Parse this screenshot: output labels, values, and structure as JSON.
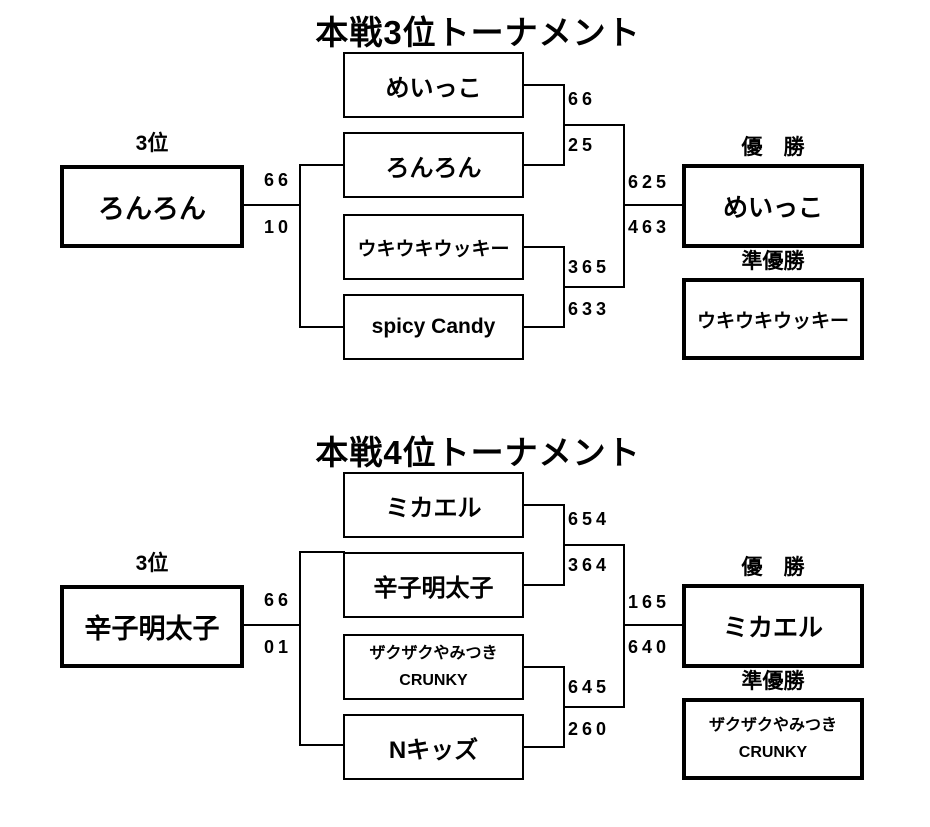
{
  "page": {
    "background": "#ffffff",
    "line_color": "#000000",
    "text_color": "#000000"
  },
  "brackets": [
    {
      "title": "本戦3位トーナメント",
      "seed": {
        "label": "3位",
        "name": "ろんろん",
        "score_top": "66",
        "score_bottom": "10"
      },
      "players": [
        {
          "line1": "めいっこ",
          "line2": ""
        },
        {
          "line1": "ろんろん",
          "line2": ""
        },
        {
          "line1": "ウキウキウッキー",
          "line2": ""
        },
        {
          "line1": "spicy Candy",
          "line2": ""
        }
      ],
      "scores": {
        "semi_top_a": "66",
        "semi_top_b": "25",
        "semi_bottom_a": "365",
        "semi_bottom_b": "633",
        "final_a": "625",
        "final_b": "463"
      },
      "winner": {
        "label": "優　勝",
        "name_line1": "めいっこ",
        "name_line2": ""
      },
      "runner_up": {
        "label": "準優勝",
        "name_line1": "ウキウキウッキー",
        "name_line2": ""
      }
    },
    {
      "title": "本戦4位トーナメント",
      "seed": {
        "label": "3位",
        "name": "辛子明太子",
        "score_top": "66",
        "score_bottom": "01"
      },
      "players": [
        {
          "line1": "ミカエル",
          "line2": ""
        },
        {
          "line1": "辛子明太子",
          "line2": ""
        },
        {
          "line1": "ザクザクやみつき",
          "line2": "CRUNKY"
        },
        {
          "line1": "Nキッズ",
          "line2": ""
        }
      ],
      "scores": {
        "semi_top_a": "654",
        "semi_top_b": "364",
        "semi_bottom_a": "645",
        "semi_bottom_b": "260",
        "final_a": "165",
        "final_b": "640"
      },
      "winner": {
        "label": "優　勝",
        "name_line1": "ミカエル",
        "name_line2": ""
      },
      "runner_up": {
        "label": "準優勝",
        "name_line1": "ザクザクやみつき",
        "name_line2": "CRUNKY"
      }
    }
  ]
}
